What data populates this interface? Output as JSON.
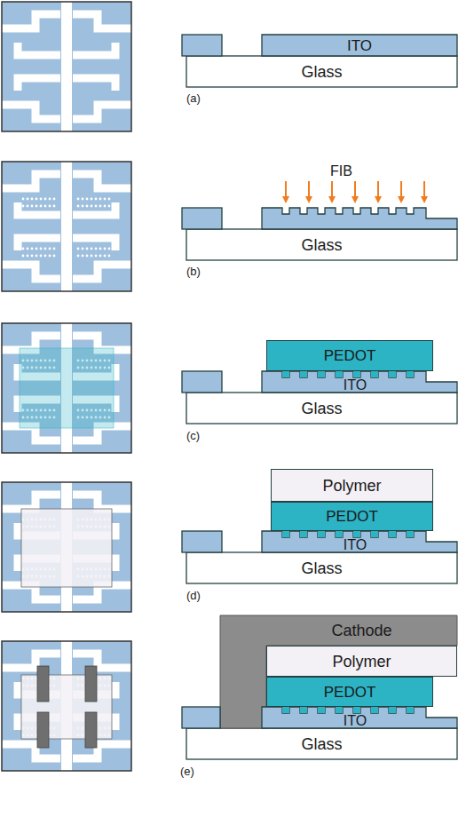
{
  "diagram": {
    "nodes": [
      {
        "text": [
          "ITO"
        ]
      },
      {
        "text": [
          "Glass"
        ]
      },
      {
        "text": [
          "Glass"
        ]
      },
      {
        "text": [
          "PEDOT"
        ]
      },
      {
        "text": [
          "ITO"
        ]
      },
      {
        "text": [
          "Glass"
        ]
      },
      {
        "text": [
          "Polymer"
        ]
      },
      {
        "text": [
          "PEDOT"
        ]
      },
      {
        "text": [
          "ITO"
        ]
      },
      {
        "text": [
          "Glass"
        ]
      },
      {
        "text": [
          "Cathode"
        ]
      },
      {
        "text": [
          "Polymer"
        ]
      },
      {
        "text": [
          "PEDOT"
        ]
      },
      {
        "text": [
          "ITO"
        ]
      },
      {
        "text": [
          "Glass"
        ]
      }
    ],
    "labels": [
      "(a)",
      "FIB",
      "(b)",
      "(c)",
      "(d)",
      "(e)"
    ]
  }
}
